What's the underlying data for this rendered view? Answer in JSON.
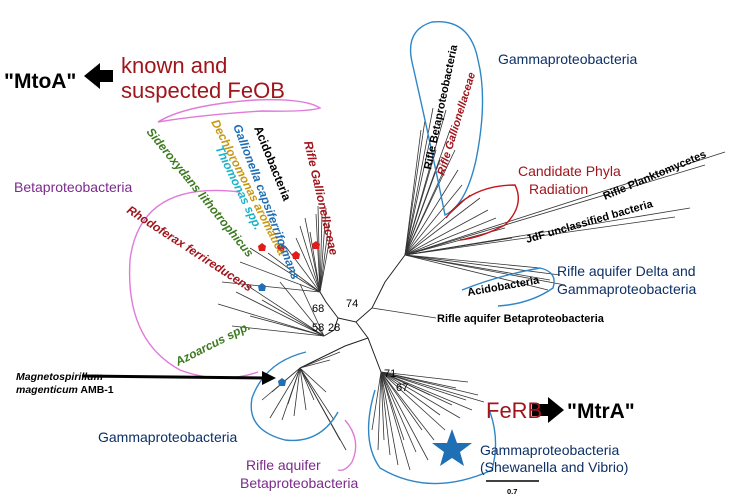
{
  "top_left": {
    "mtoa": "\"MtoA\"",
    "known_line1": "known and",
    "known_line2": "suspected FeOB",
    "betaproteobacteria": "Betaproteobacteria"
  },
  "feob_clade": {
    "sideroxydans": "Sideroxydans lithotrophicus",
    "dechloromonas": "Dechloromonas aromatica",
    "thiomonas": "Thiomonas spp.",
    "gallionella": "Gallionella capsiferriformans",
    "acidobacteria": "Acidobacteria",
    "rifle_gallionellaceae": "Rifle Gallionellaceae",
    "rhodoferax": "Rhodoferax ferrireducens",
    "azoarcus": "Azoarcus spp."
  },
  "magneto": {
    "line1": "Magnetospirillum",
    "line2_italic": "magenticum",
    "line2_rest": " AMB-1"
  },
  "bootstrap": {
    "b74": "74",
    "b68": "68",
    "b58": "58",
    "b28": "28",
    "b71": "71",
    "b67": "67"
  },
  "right": {
    "gamma_top": "Gammaproteobacteria",
    "rifle_beta": "Rifle Betaproteobacteria",
    "rifle_gall": "Rifle Gallionellaceae",
    "cpr_line1": "Candidate Phyla",
    "cpr_line2": "Radiation",
    "planktomycetes": "Rifle Planktomycetes",
    "jdf": "JdF unclassified bacteria",
    "delta_line1": "Rifle aquifer Delta and",
    "delta_line2": "Gammaproteobacteria",
    "acidobacteria": "Acidobacteria",
    "rifle_aquifer_beta": "Rifle aquifer Betaproteobacteria"
  },
  "bottom": {
    "gamma_left": "Gammaproteobacteria",
    "rifle_aq_line1": "Rifle aquifer",
    "rifle_aq_line2": "Betaproteobacteria",
    "ferb": "FeRB",
    "mtra": "\"MtrA\"",
    "gamma_shew_line1": "Gammaproteobacteria",
    "gamma_shew_line2": "(Shewanella and Vibrio)",
    "scale": "0.7"
  },
  "colors": {
    "dark_red": "#a0151c",
    "navy": "#0d2f66",
    "purple": "#7b2a8c",
    "green": "#3d7a1f",
    "gold": "#c99712",
    "teal": "#1ab3c8",
    "blue": "#1f6fb5",
    "pink_clade": "#e07ad9",
    "blue_clade": "#2f86c7",
    "red_clade": "#c5151c"
  }
}
